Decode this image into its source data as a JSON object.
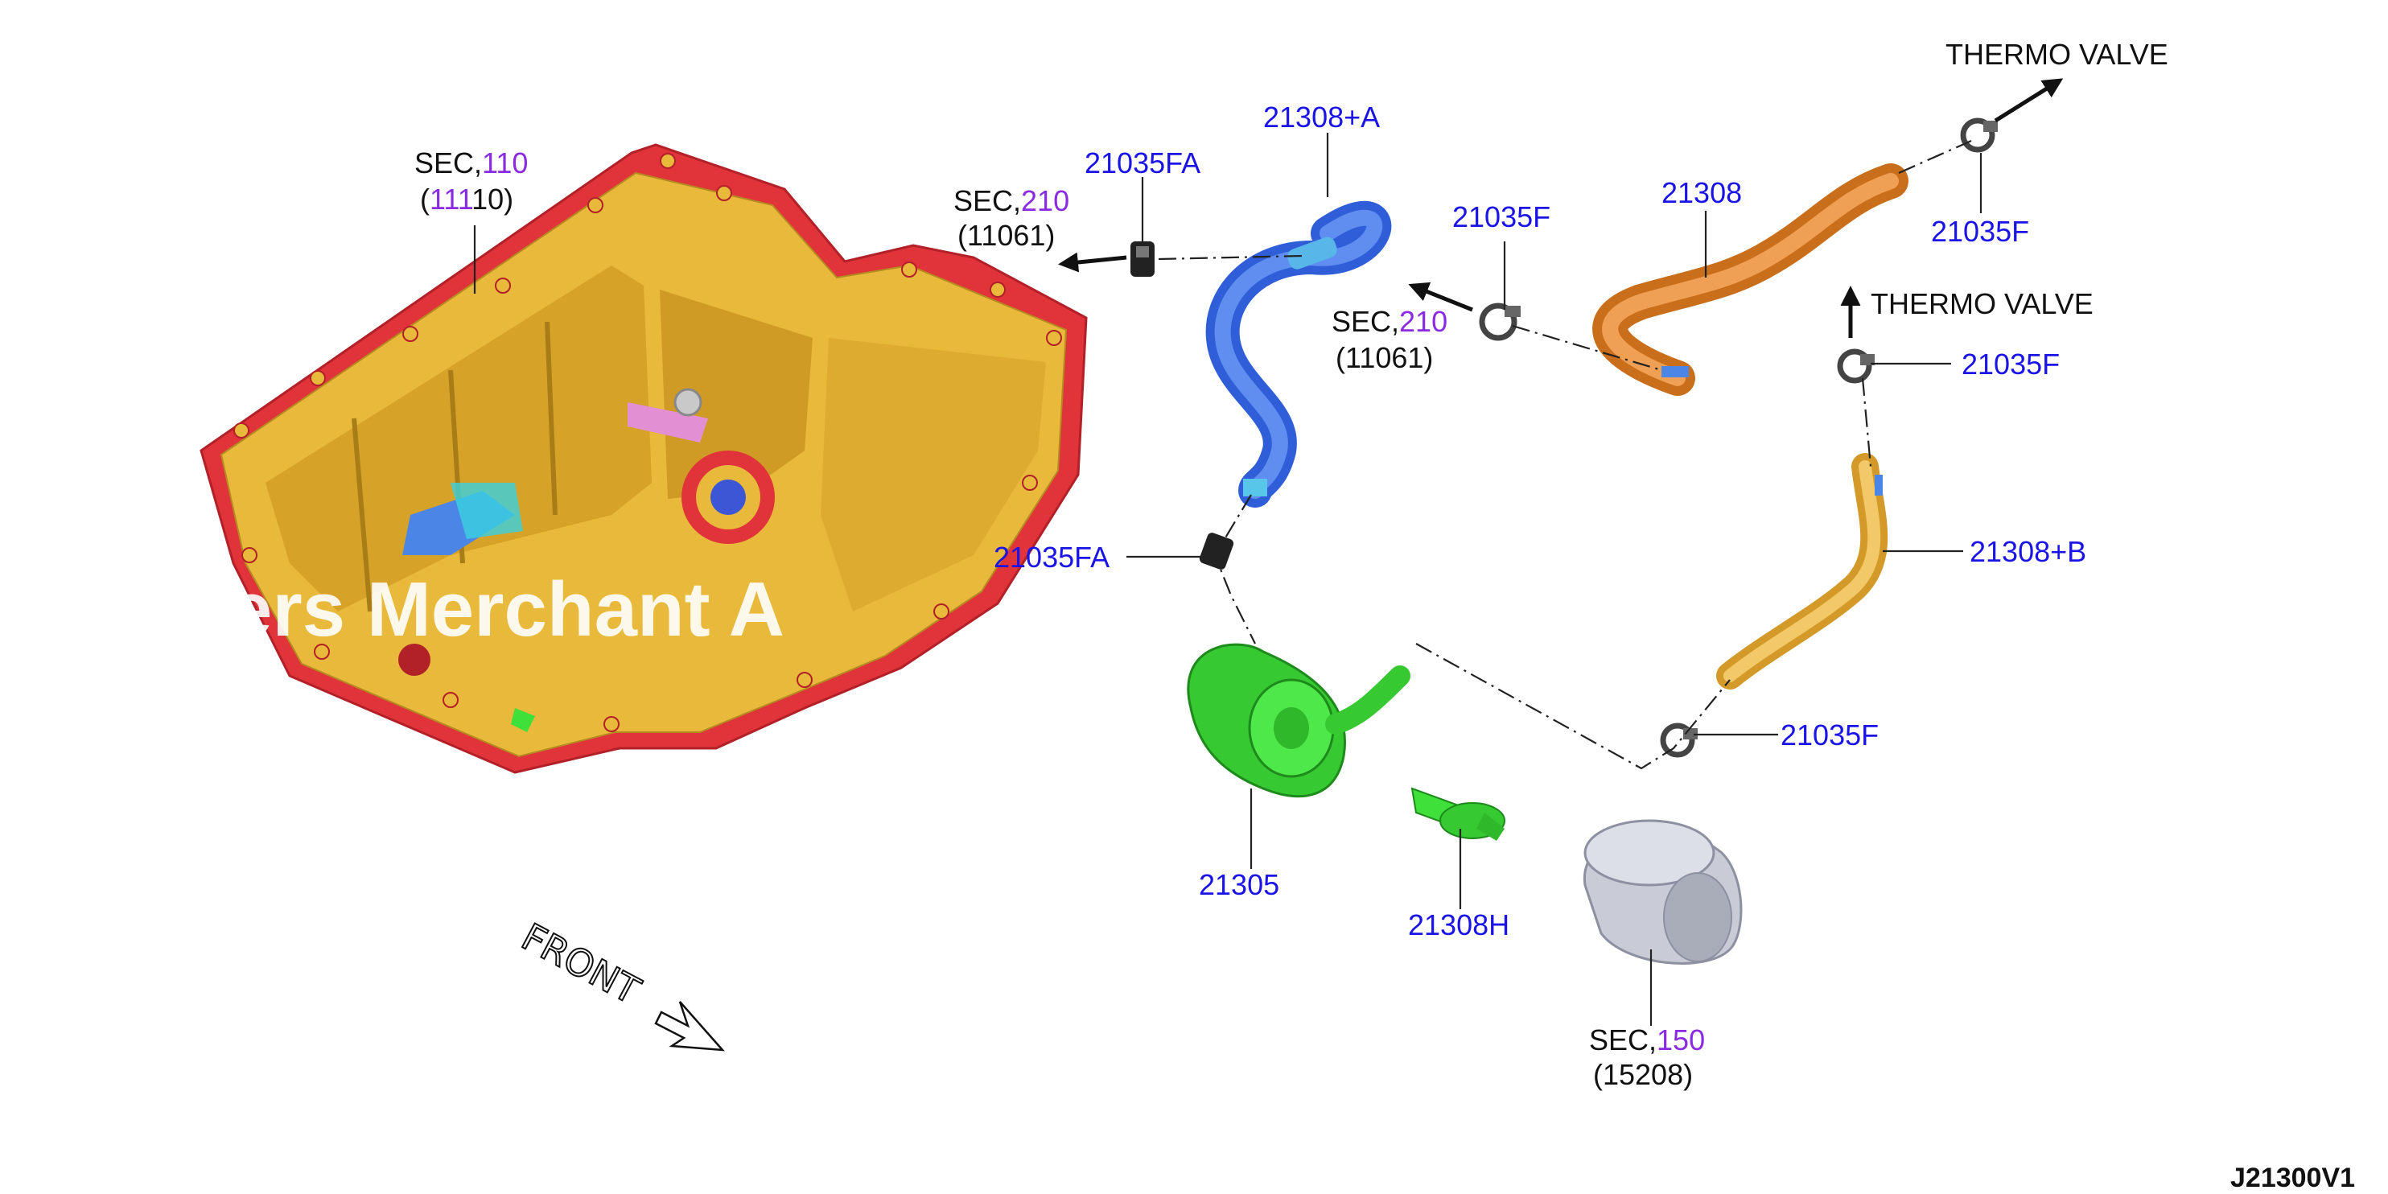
{
  "colors": {
    "part_number": "#1a14e6",
    "section_number": "#8a2be2",
    "oil_pan_body": "#e8b93a",
    "oil_pan_flange": "#e0333a",
    "hose_a": "#3d6fe0",
    "hose_main": "#e08a2e",
    "hose_b": "#e8b64a",
    "oil_cooler": "#3fe03a",
    "oil_filter": "#c9ccd6"
  },
  "labels": {
    "thermo_valve_top": "THERMO VALVE",
    "thermo_valve_mid": "THERMO VALVE",
    "pan_sec_prefix": "SEC,",
    "pan_sec_num": "110",
    "pan_ref_open": "(",
    "pan_ref_purple": "111",
    "pan_ref_rest": "10)",
    "left_sec_prefix": "SEC,",
    "left_sec_num": "210",
    "left_ref": "(11061)",
    "mid_sec_prefix": "SEC,",
    "mid_sec_num": "210",
    "mid_ref": "(11061)",
    "filter_sec_prefix": "SEC,",
    "filter_sec_num": "150",
    "filter_ref": "(15208)",
    "p_21035FA_top": "21035FA",
    "p_21308A": "21308+A",
    "p_21035F_mid": "21035F",
    "p_21308": "21308",
    "p_21035F_top_right": "21035F",
    "p_21035F_right": "21035F",
    "p_21308B": "21308+B",
    "p_21035FA_low": "21035FA",
    "p_21035F_low": "21035F",
    "p_21305": "21305",
    "p_21308H": "21308H",
    "front": "FRONT",
    "diagram_ref": "J21300V1",
    "watermark": "ers Merchant A"
  }
}
